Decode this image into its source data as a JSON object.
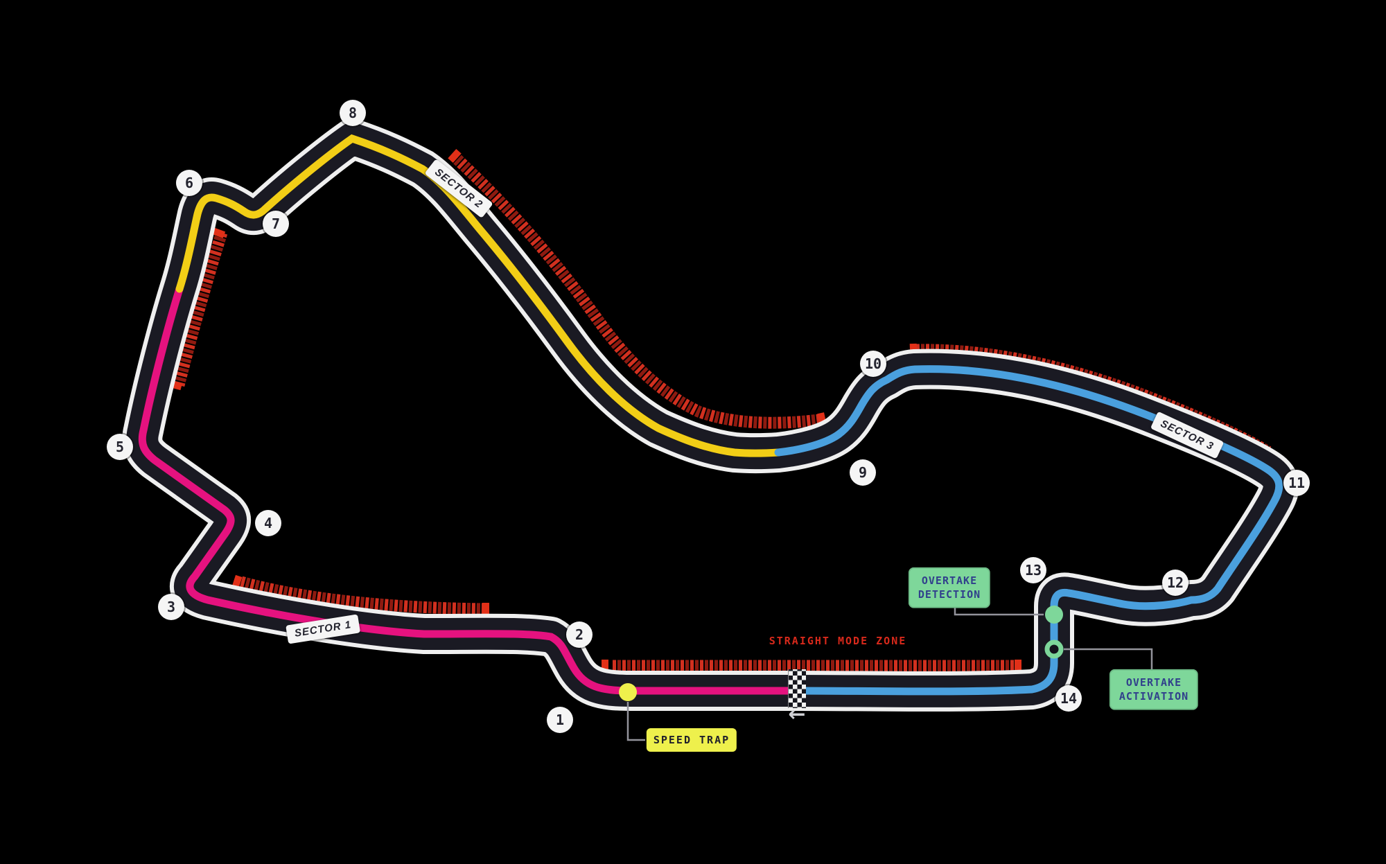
{
  "turns": [
    {
      "number": "1"
    },
    {
      "number": "2"
    },
    {
      "number": "3"
    },
    {
      "number": "4"
    },
    {
      "number": "5"
    },
    {
      "number": "6"
    },
    {
      "number": "7"
    },
    {
      "number": "8"
    },
    {
      "number": "9"
    },
    {
      "number": "10"
    },
    {
      "number": "11"
    },
    {
      "number": "12"
    },
    {
      "number": "13"
    },
    {
      "number": "14"
    }
  ],
  "sectors": [
    {
      "label": "SECTOR 1"
    },
    {
      "label": "SECTOR 2"
    },
    {
      "label": "SECTOR 3"
    }
  ],
  "annotations": {
    "straight_mode_zone": "STRAIGHT MODE ZONE",
    "speed_trap": "SPEED TRAP",
    "overtake_detection_line1": "OVERTAKE",
    "overtake_detection_line2": "DETECTION",
    "overtake_activation_line1": "OVERTAKE",
    "overtake_activation_line2": "ACTIVATION",
    "direction_arrow": "←"
  },
  "colors": {
    "sector1_line": "#e5127f",
    "sector2_line": "#f2ce16",
    "sector3_line": "#4aa0de",
    "track_surface": "#1a1a23",
    "track_border": "#efefef",
    "zone_tick_bright": "#d2301f",
    "zone_tick_dark": "#8e1a10",
    "zone_block": "#e23018",
    "speed_trap_accent": "#eef04c",
    "overtake_accent": "#7ed79a",
    "overtake_text": "#31408c",
    "straight_mode_text": "#d8291b",
    "marker_bg": "#f5f5f5",
    "marker_text": "#23232e",
    "connector": "#93939b"
  }
}
